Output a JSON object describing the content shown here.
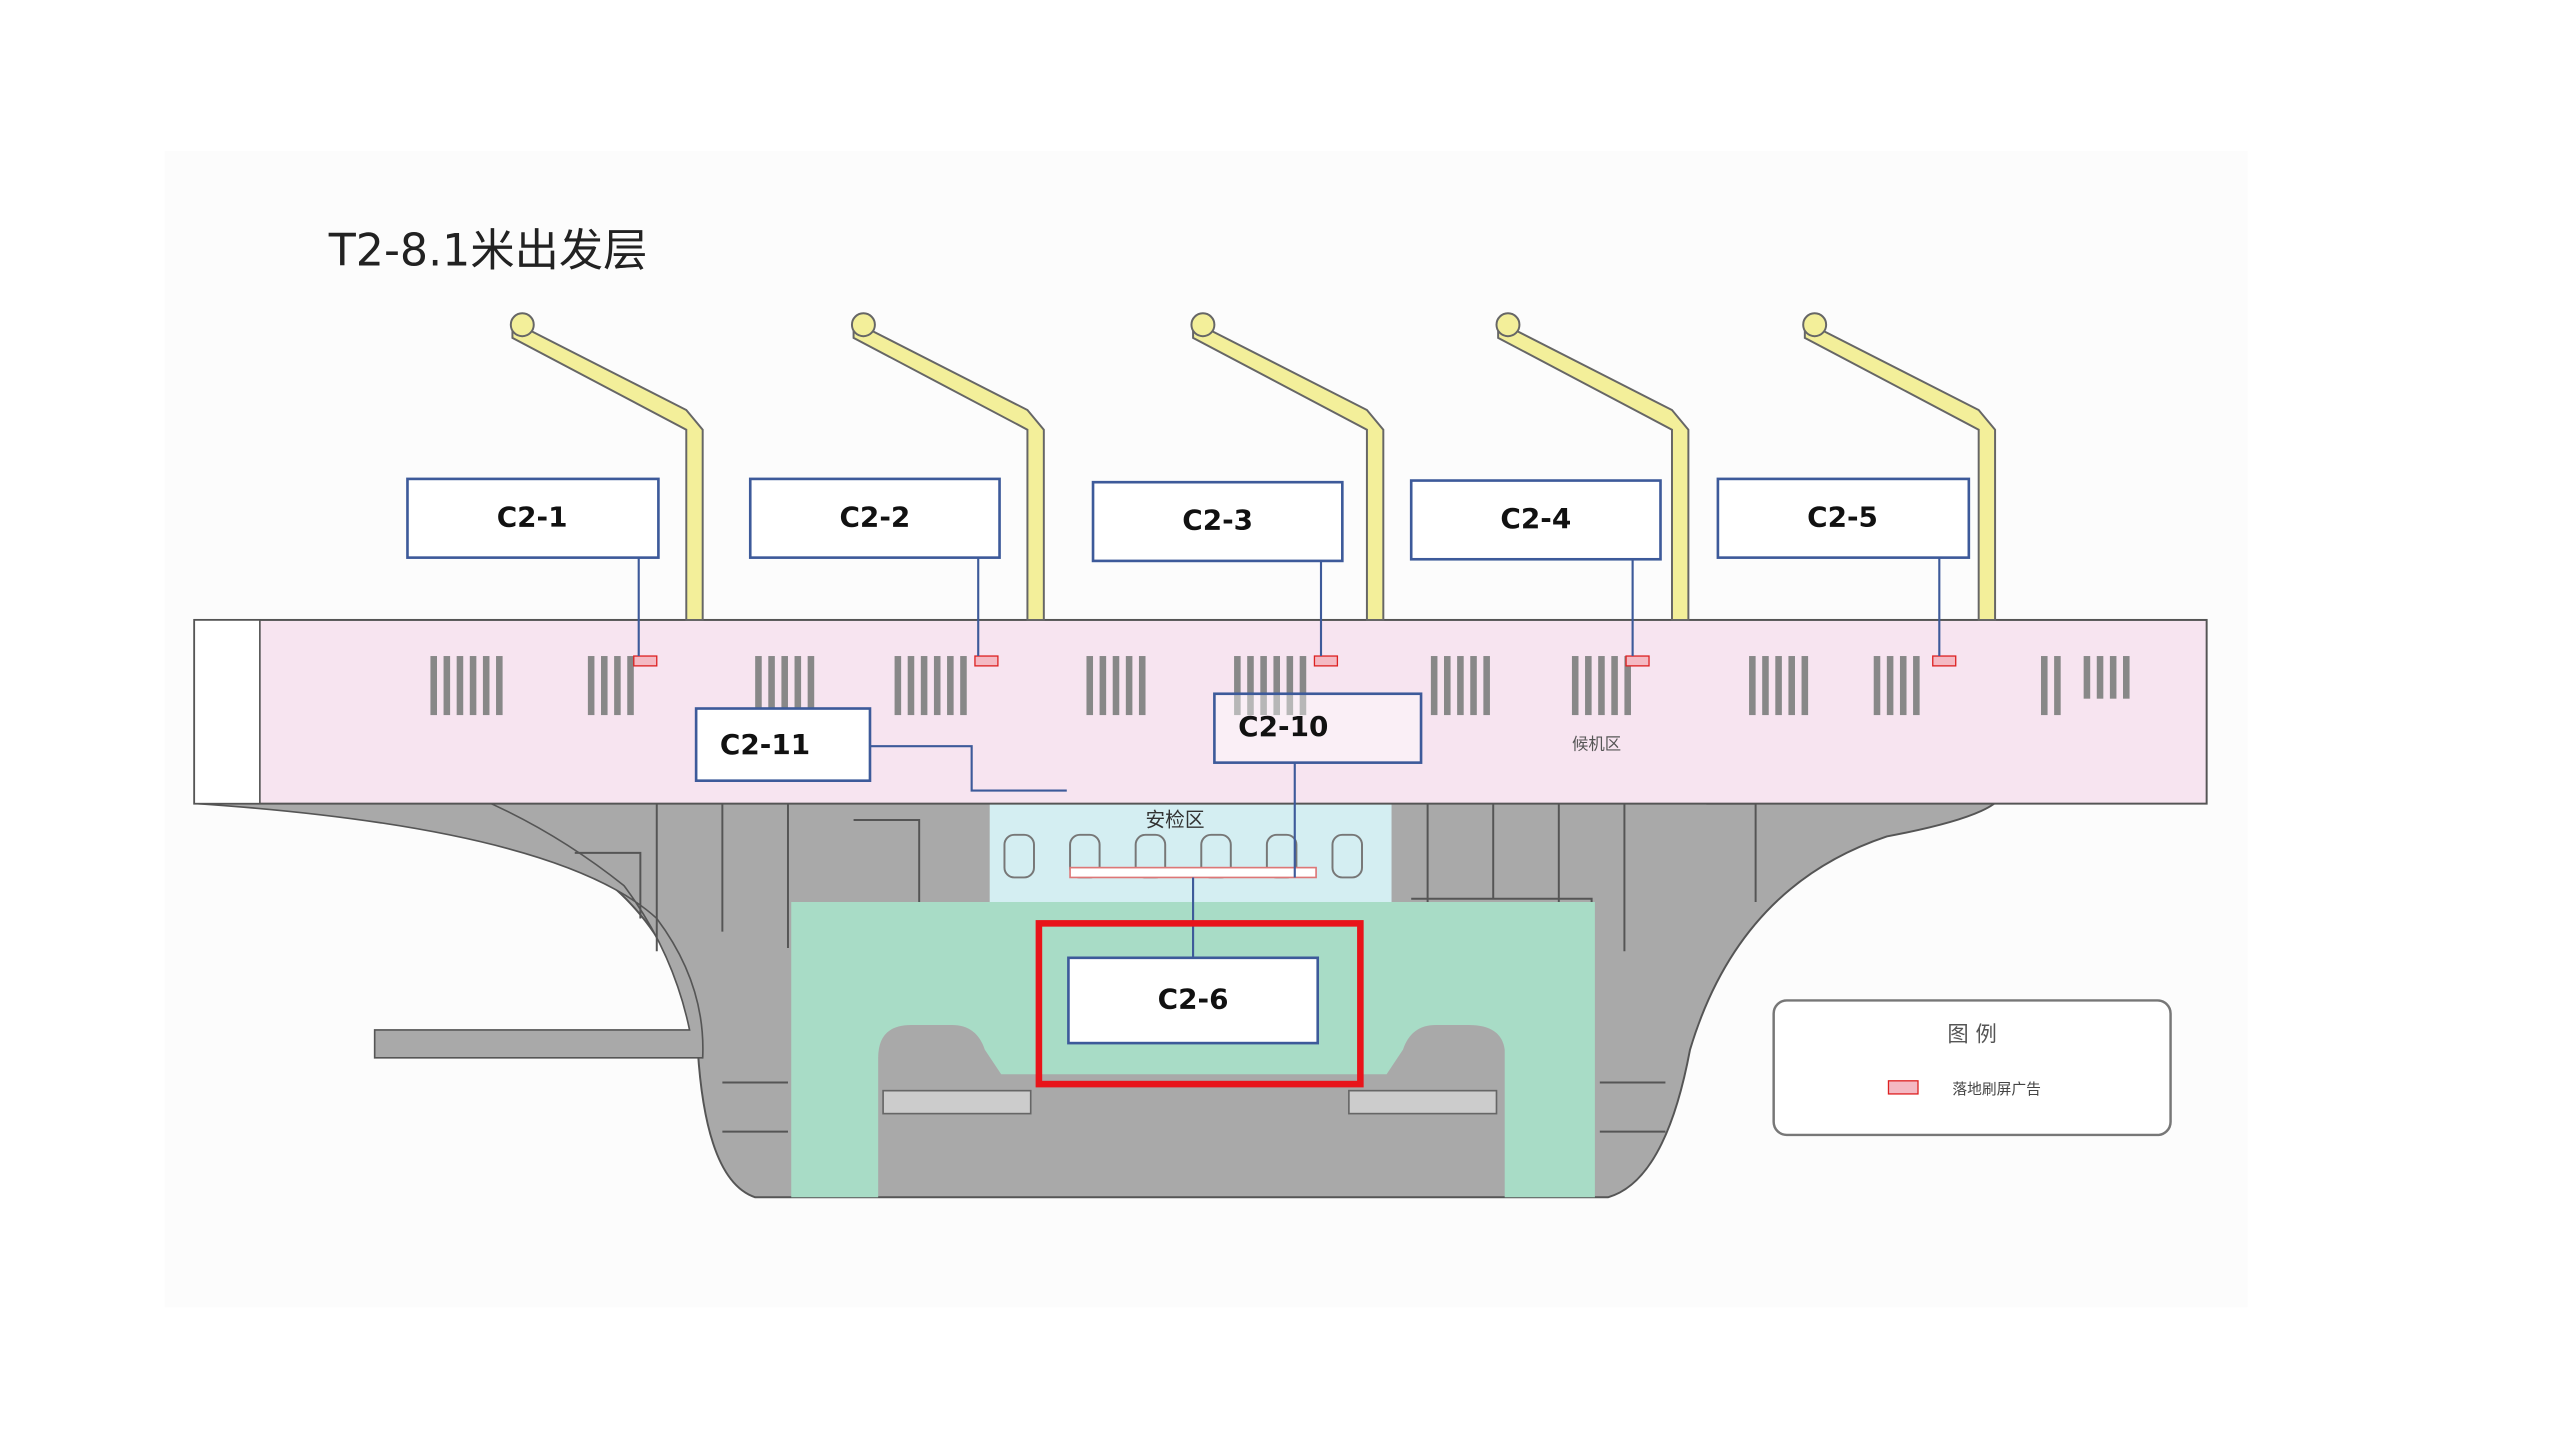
{
  "title": "T2-8.1米出发层",
  "colors": {
    "departure_hall": "#f7e4f0",
    "service_area": "#a9a9a9",
    "security": "#d4eef2",
    "arrival_green": "#a8dcc6",
    "highlight": "#e8141a",
    "label_border": "#3d5a9a",
    "jet_bridge": "#f3ef9a"
  },
  "ad_spots": [
    {
      "id": "C2-1"
    },
    {
      "id": "C2-2"
    },
    {
      "id": "C2-3"
    },
    {
      "id": "C2-4"
    },
    {
      "id": "C2-5"
    },
    {
      "id": "C2-11"
    },
    {
      "id": "C2-10"
    },
    {
      "id": "C2-6",
      "highlighted": true
    }
  ],
  "zones": {
    "waiting": "候机区",
    "security": "安检区"
  },
  "legend": {
    "title": "图 例",
    "items": [
      {
        "icon": "floor-screen-ad-icon",
        "label": "落地刷屏广告"
      }
    ]
  }
}
